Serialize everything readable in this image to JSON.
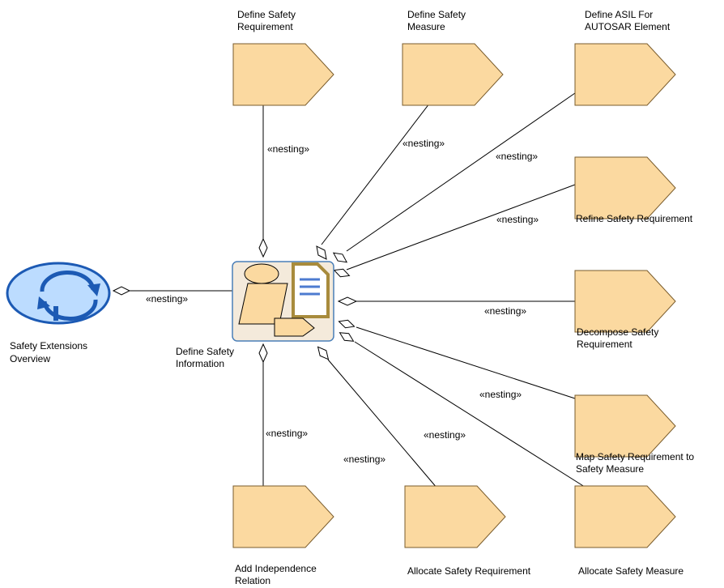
{
  "colors": {
    "task_fill": "#fbd9a0",
    "task_stroke": "#7a5c2c",
    "center_fill": "#f4eadb",
    "center_stroke": "#4a7fb8",
    "overview_fill": "#bcdcff",
    "overview_stroke": "#1c5ab4",
    "document_border": "#a88b3c",
    "document_lines": "#4d7bd0"
  },
  "nodes": {
    "center": {
      "label": [
        "Define Safety",
        "Information"
      ],
      "icon": "work-product-document-icon"
    },
    "overview": {
      "label": [
        "Safety Extensions",
        "Overview"
      ],
      "icon": "refresh-cycle-icon"
    },
    "define_safety_requirement": {
      "label": [
        "Define Safety",
        "Requirement"
      ]
    },
    "define_safety_measure": {
      "label": [
        "Define Safety",
        "Measure"
      ]
    },
    "define_asil": {
      "label": [
        "Define ASIL For",
        "AUTOSAR Element"
      ]
    },
    "refine_safety_requirement": {
      "label": [
        "Refine Safety Requirement"
      ]
    },
    "decompose_safety_requirement": {
      "label": [
        "Decompose Safety",
        "Requirement"
      ]
    },
    "map_safety_requirement": {
      "label": [
        "Map Safety Requirement to",
        "Safety Measure"
      ]
    },
    "allocate_safety_measure": {
      "label": [
        "Allocate Safety Measure"
      ]
    },
    "allocate_safety_requirement": {
      "label": [
        "Allocate Safety Requirement"
      ]
    },
    "add_independence_relation": {
      "label": [
        "Add Independence",
        "Relation"
      ]
    }
  },
  "connectors": {
    "stereotype": "«nesting»",
    "count": 10
  }
}
